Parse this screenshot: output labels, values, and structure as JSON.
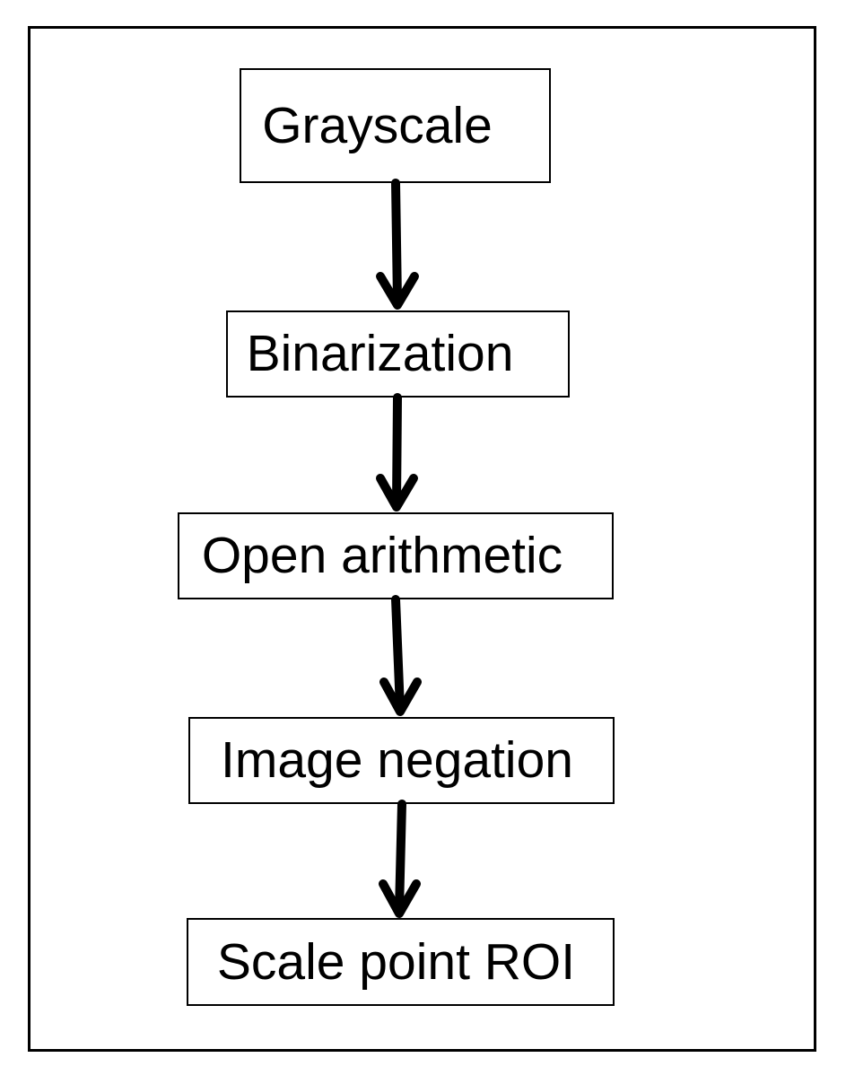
{
  "diagram": {
    "steps": [
      {
        "label": "Grayscale"
      },
      {
        "label": "Binarization"
      },
      {
        "label": "Open arithmetic"
      },
      {
        "label": "Image negation"
      },
      {
        "label": "Scale point ROI"
      }
    ],
    "colors": {
      "stroke": "#000000",
      "background": "#ffffff"
    }
  }
}
